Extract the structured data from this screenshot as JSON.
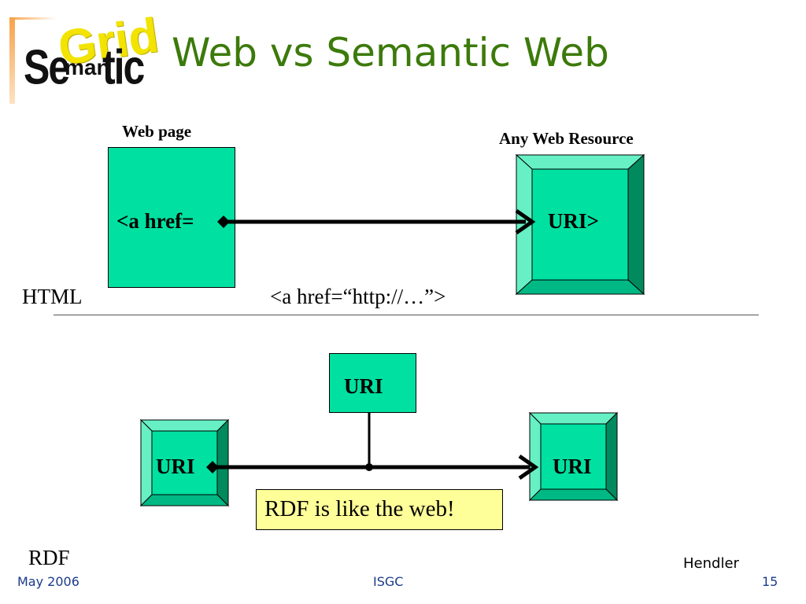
{
  "slide": {
    "title": "Web vs Semantic Web",
    "logo": {
      "sem": "Se",
      "grid": "Grid",
      "man": "man",
      "tic": "tic"
    }
  },
  "web_section": {
    "web_page_label": "Web page",
    "resource_label": "Any Web Resource",
    "href_text": "<a href=",
    "uri_text": "URI>",
    "html_label": "HTML",
    "href_example": "<a href=“http://…”>"
  },
  "rdf_section": {
    "uri_top": "URI",
    "uri_left": "URI",
    "uri_right": "URI",
    "note": "RDF is like the web!",
    "rdf_label": "RDF"
  },
  "footer": {
    "date": "May 2006",
    "center": "ISGC",
    "author": "Hendler",
    "page": "15"
  },
  "colors": {
    "box_fill": "#00e0a0",
    "bevel_light": "#66f0c4",
    "bevel_dark": "#008a5e",
    "title": "#3c7a0a",
    "note_fill": "#ffff99",
    "footer_text": "#1a3a8a"
  }
}
